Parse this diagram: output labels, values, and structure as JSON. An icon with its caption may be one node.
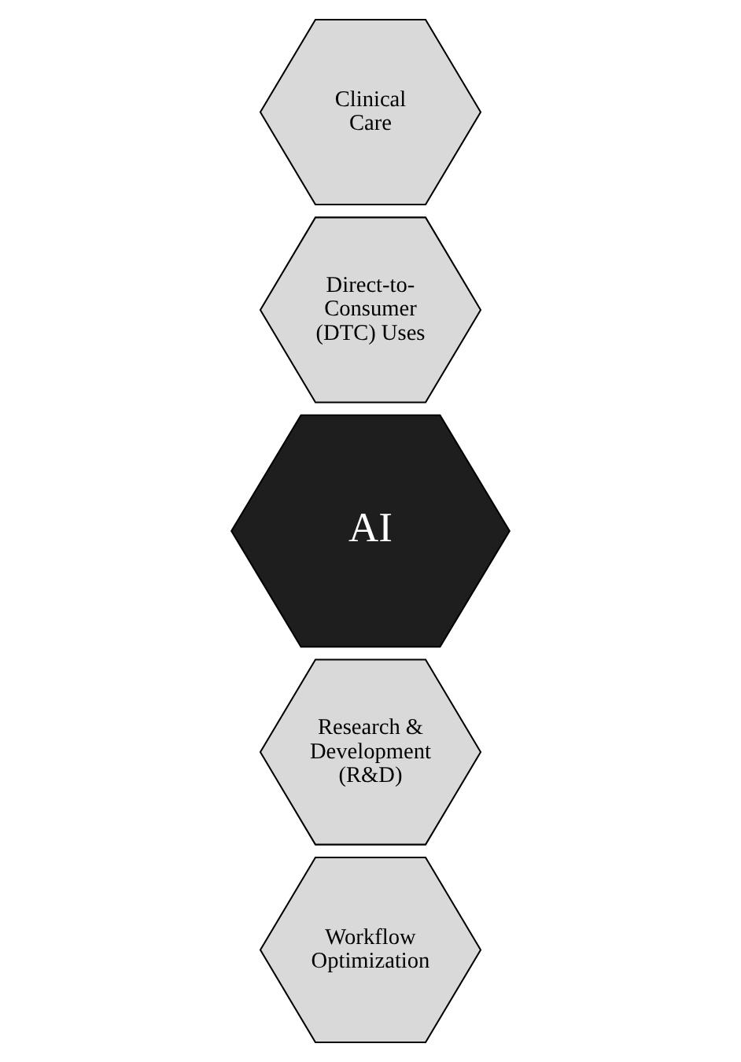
{
  "diagram": {
    "nodes": [
      {
        "text": [
          "Clinical Care"
        ]
      },
      {
        "text": [
          "Direct-to- Consumer (DTC) Uses"
        ]
      },
      {
        "text": [
          "AI"
        ]
      },
      {
        "text": [
          "Research & Development (R&D)"
        ]
      },
      {
        "text": [
          "Workflow Optimization"
        ]
      }
    ]
  }
}
